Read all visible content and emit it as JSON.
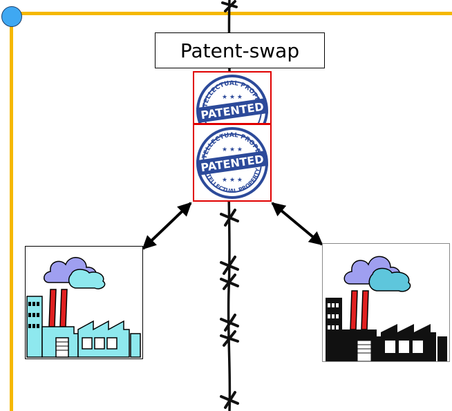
{
  "diagram": {
    "title": "Patent-swap",
    "stamp_text": {
      "ring_top": "INTELLECTUAL PROPERTY",
      "band": "PATENTED",
      "ring_bottom": "INTELLECTUAL PROPERTY"
    }
  },
  "colors": {
    "frame": "#f5b800",
    "corner_dot": "#3fa8f2",
    "stamp_border": "#e00000",
    "stamp_ink": "#2c4a9a",
    "smoke_left": "#9f9ff0",
    "smoke_right": "#5ec6dc",
    "chimney": "#e02020",
    "factory_left_body": "#8ee8ee",
    "factory_right_body": "#111111"
  }
}
